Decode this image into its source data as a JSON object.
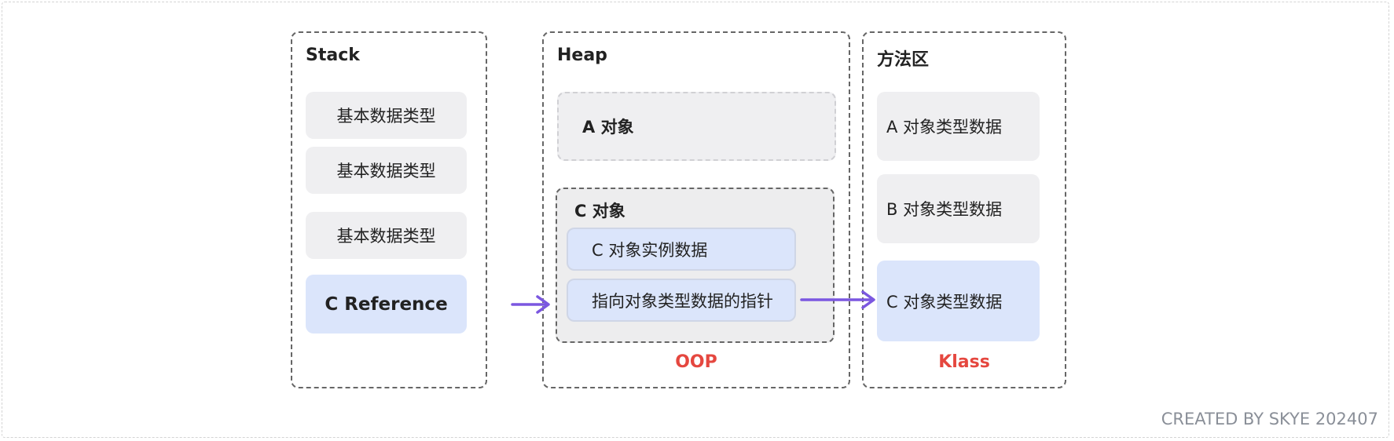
{
  "stack": {
    "title": "Stack",
    "items": [
      "基本数据类型",
      "基本数据类型",
      "基本数据类型"
    ],
    "reference": "C Reference"
  },
  "heap": {
    "title": "Heap",
    "object_a": "A 对象",
    "object_c": {
      "title": "C 对象",
      "instance_data": "C 对象实例数据",
      "type_pointer": "指向对象类型数据的指针"
    },
    "footer": "OOP"
  },
  "method_area": {
    "title": "方法区",
    "items": [
      "A 对象类型数据",
      "B 对象类型数据",
      "C 对象类型数据"
    ],
    "footer": "Klass"
  },
  "credit": "CREATED BY SKYE 202407",
  "colors": {
    "accent_arrow": "#7b57e0",
    "footer_red": "#e5473f",
    "highlight_blue": "#dbe5fb",
    "neutral_gray": "#efeff1"
  }
}
